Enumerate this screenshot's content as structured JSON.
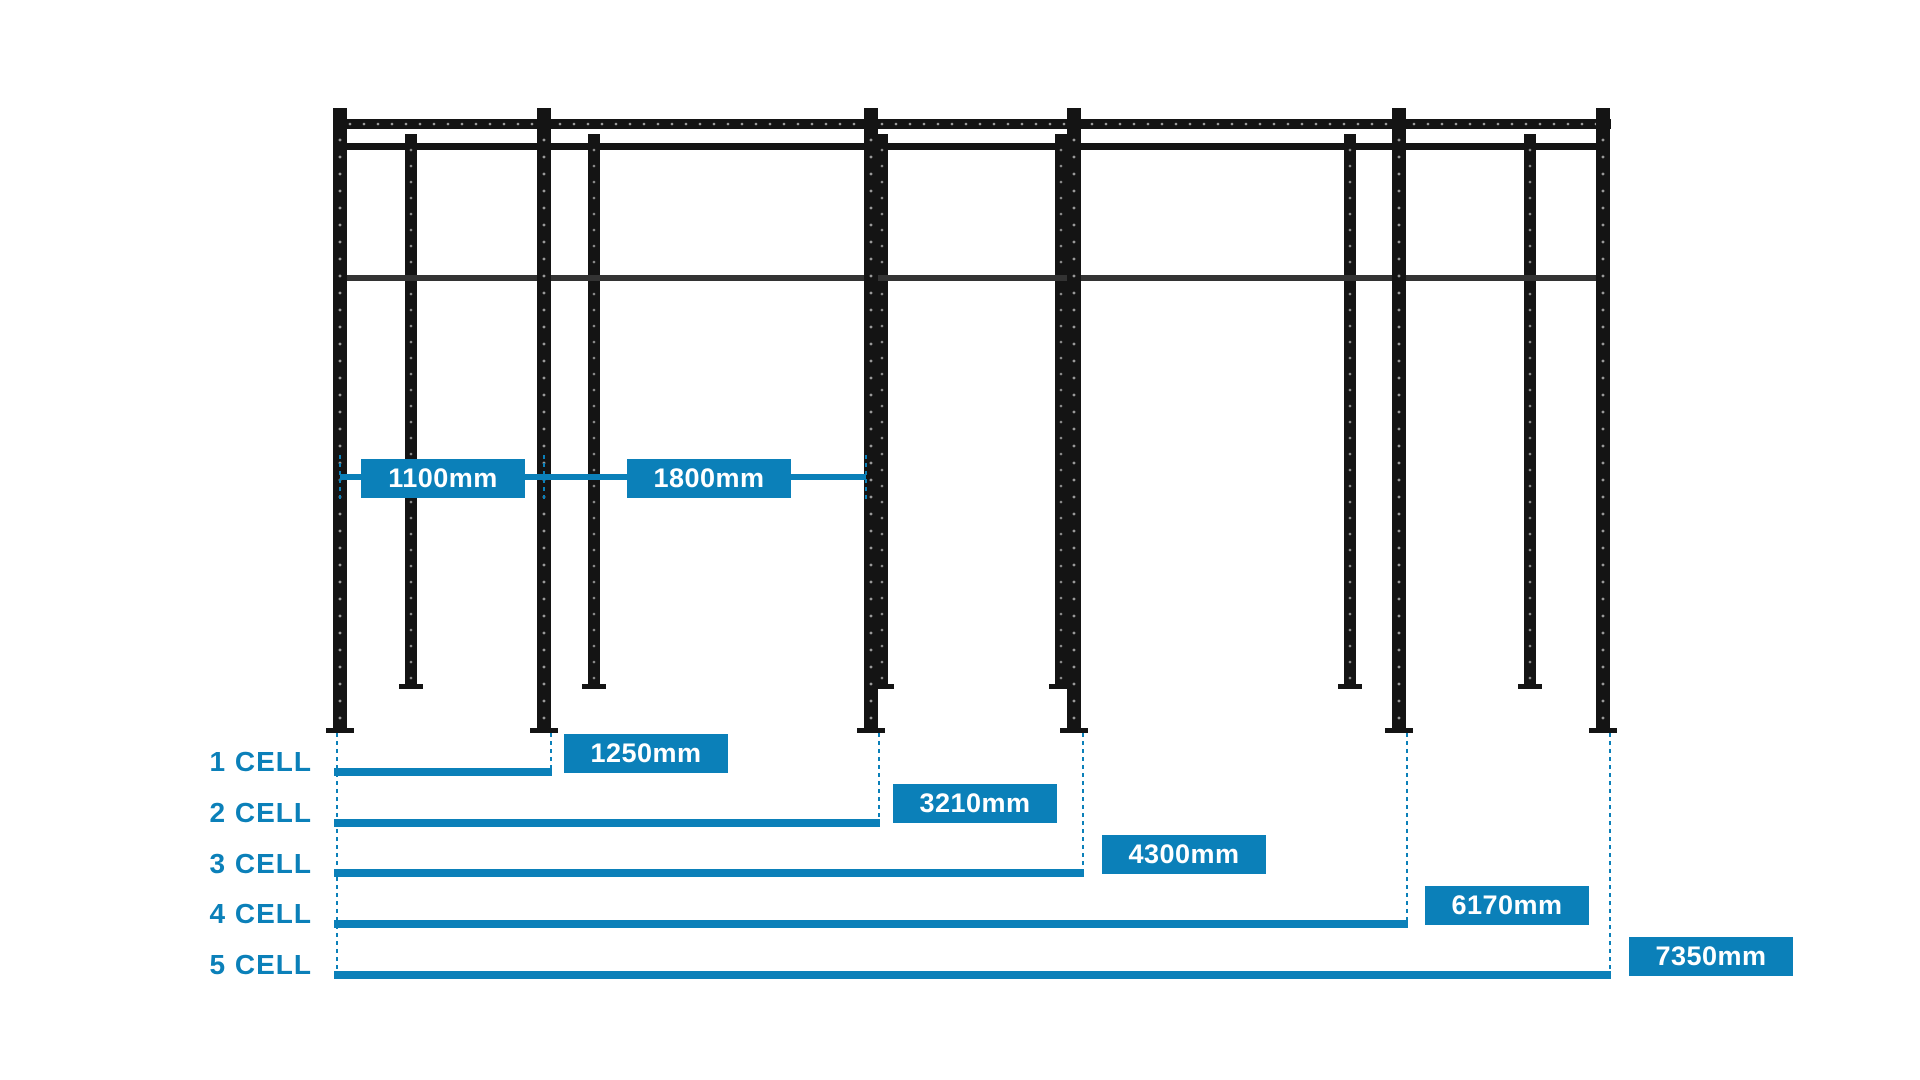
{
  "colors": {
    "accent": "#0b80b9",
    "frame": "#141414"
  },
  "top_dimensions": [
    {
      "label": "1100mm"
    },
    {
      "label": "1800mm"
    }
  ],
  "configurations": [
    {
      "name": "1 CELL",
      "length": "1250mm"
    },
    {
      "name": "2 CELL",
      "length": "3210mm"
    },
    {
      "name": "3 CELL",
      "length": "4300mm"
    },
    {
      "name": "4 CELL",
      "length": "6170mm"
    },
    {
      "name": "5 CELL",
      "length": "7350mm"
    }
  ]
}
